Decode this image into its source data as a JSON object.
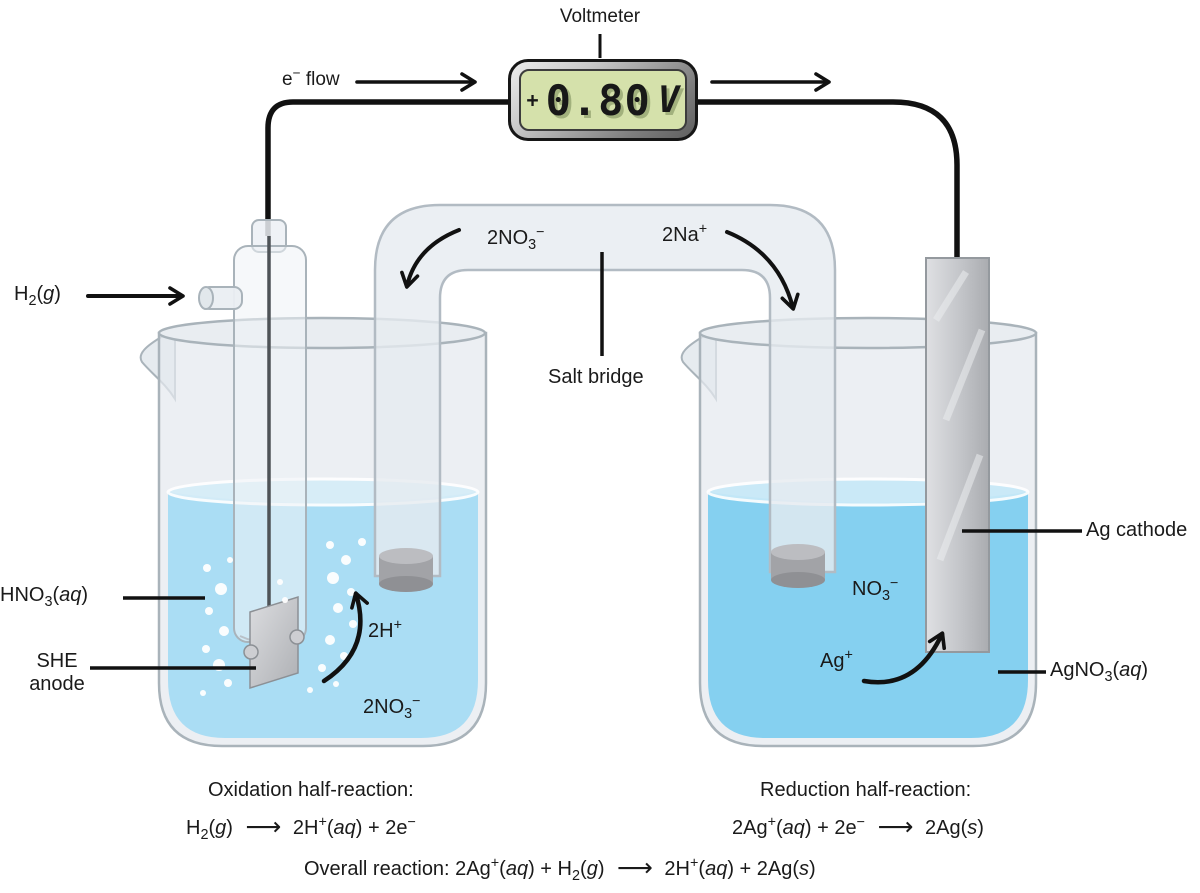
{
  "voltmeter": {
    "label": "Voltmeter",
    "sign": "+",
    "reading": "0.80",
    "unit": "V",
    "screen_color": "#d5e1ab"
  },
  "wiring": {
    "e_flow_label": "e<sup>−</sup> flow"
  },
  "salt_bridge": {
    "label": "Salt bridge",
    "anion": "2NO<sub>3</sub><sup>−</sup>",
    "cation": "2Na<sup>+</sup>"
  },
  "left_cell": {
    "gas_inlet": "H<sub>2</sub>(<i>g</i>)",
    "solution": "HNO<sub>3</sub>(<i>aq</i>)",
    "electrode_line1": "SHE",
    "electrode_line2": "anode",
    "ion_a": "2H<sup>+</sup>",
    "ion_b": "2NO<sub>3</sub><sup>−</sup>",
    "solution_color": "#aaddf4"
  },
  "right_cell": {
    "electrode": "Ag cathode",
    "solution": "AgNO<sub>3</sub>(<i>aq</i>)",
    "ion_a": "NO<sub>3</sub><sup>−</sup>",
    "ion_b": "Ag<sup>+</sup>",
    "solution_color": "#85d0f0"
  },
  "reactions": {
    "oxidation_title": "Oxidation half-reaction:",
    "oxidation_equation": "H<sub>2</sub>(<i>g</i>) <span class='arr'>⟶</span> 2H<sup>+</sup>(<i>aq</i>) + 2e<sup>−</sup>",
    "reduction_title": "Reduction half-reaction:",
    "reduction_equation": "2Ag<sup>+</sup>(<i>aq</i>) + 2e<sup>−</sup> <span class='arr'>⟶</span> 2Ag(<i>s</i>)",
    "overall_equation": "Overall reaction: 2Ag<sup>+</sup>(<i>aq</i>) + H<sub>2</sub>(<i>g</i>) <span class='arr'>⟶</span> 2H<sup>+</sup>(<i>aq</i>) + 2Ag(<i>s</i>)"
  }
}
